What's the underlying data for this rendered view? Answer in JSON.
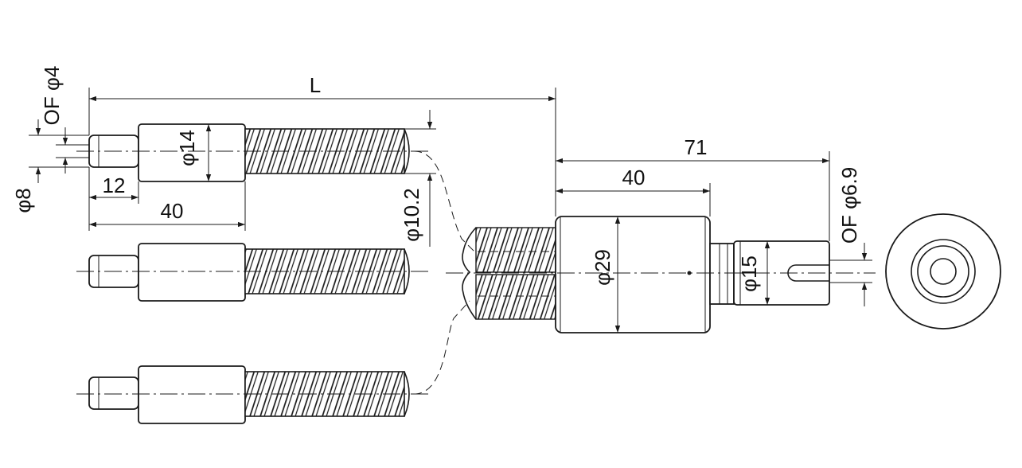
{
  "dimensions": {
    "length": "L",
    "of_shaft_small": "OF φ4",
    "dia_shaft_end": "φ8",
    "dia_nut_small": "φ14",
    "len_shaft_end": "12",
    "len_nut_small": "40",
    "dia_thread": "φ10.2",
    "len_total_right": "71",
    "len_nut_large": "40",
    "dia_nut_large": "φ29",
    "dia_shaft_right": "φ15",
    "of_shaft_right": "OF φ6.9"
  }
}
